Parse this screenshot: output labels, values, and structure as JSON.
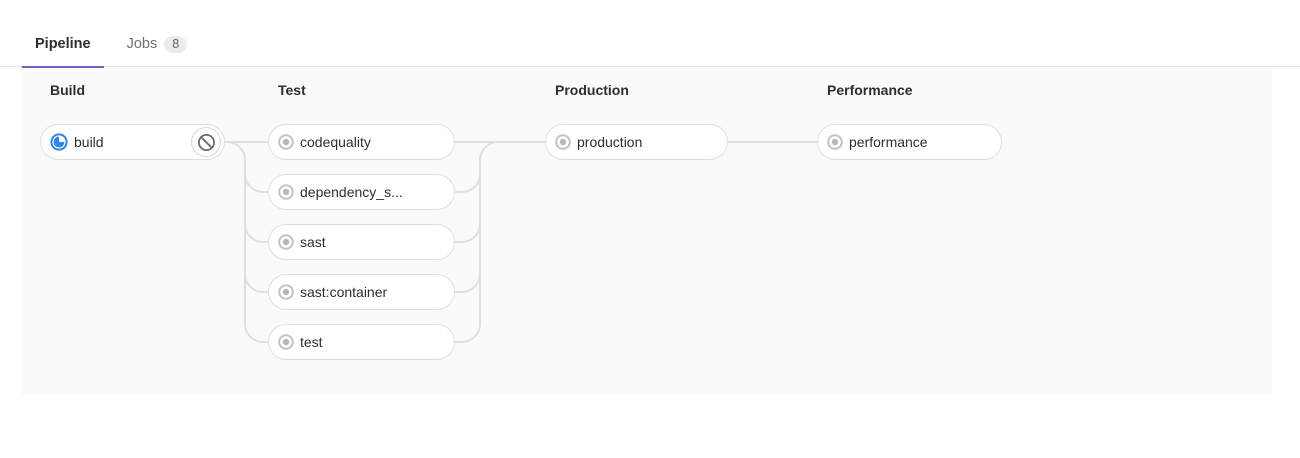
{
  "tabs": [
    {
      "label": "Pipeline",
      "active": true
    },
    {
      "label": "Jobs",
      "badge": "8"
    }
  ],
  "colors": {
    "accent": "#6666c4",
    "running_blue": "#2e87e0",
    "created_gray_ring": "#c3c3c3",
    "created_gray_dot": "#b7b7b7",
    "connector_line": "#dfdfdf",
    "cancel_icon": "#6b6b6b",
    "graph_background": "#fafafa"
  },
  "stages": [
    {
      "name": "Build",
      "jobs": [
        {
          "label": "build",
          "status": "running",
          "action": "cancel"
        }
      ]
    },
    {
      "name": "Test",
      "jobs": [
        {
          "label": "codequality",
          "status": "created"
        },
        {
          "label": "dependency_s...",
          "status": "created"
        },
        {
          "label": "sast",
          "status": "created"
        },
        {
          "label": "sast:container",
          "status": "created"
        },
        {
          "label": "test",
          "status": "created"
        }
      ]
    },
    {
      "name": "Production",
      "jobs": [
        {
          "label": "production",
          "status": "created"
        }
      ]
    },
    {
      "name": "Performance",
      "jobs": [
        {
          "label": "performance",
          "status": "created"
        }
      ]
    }
  ]
}
